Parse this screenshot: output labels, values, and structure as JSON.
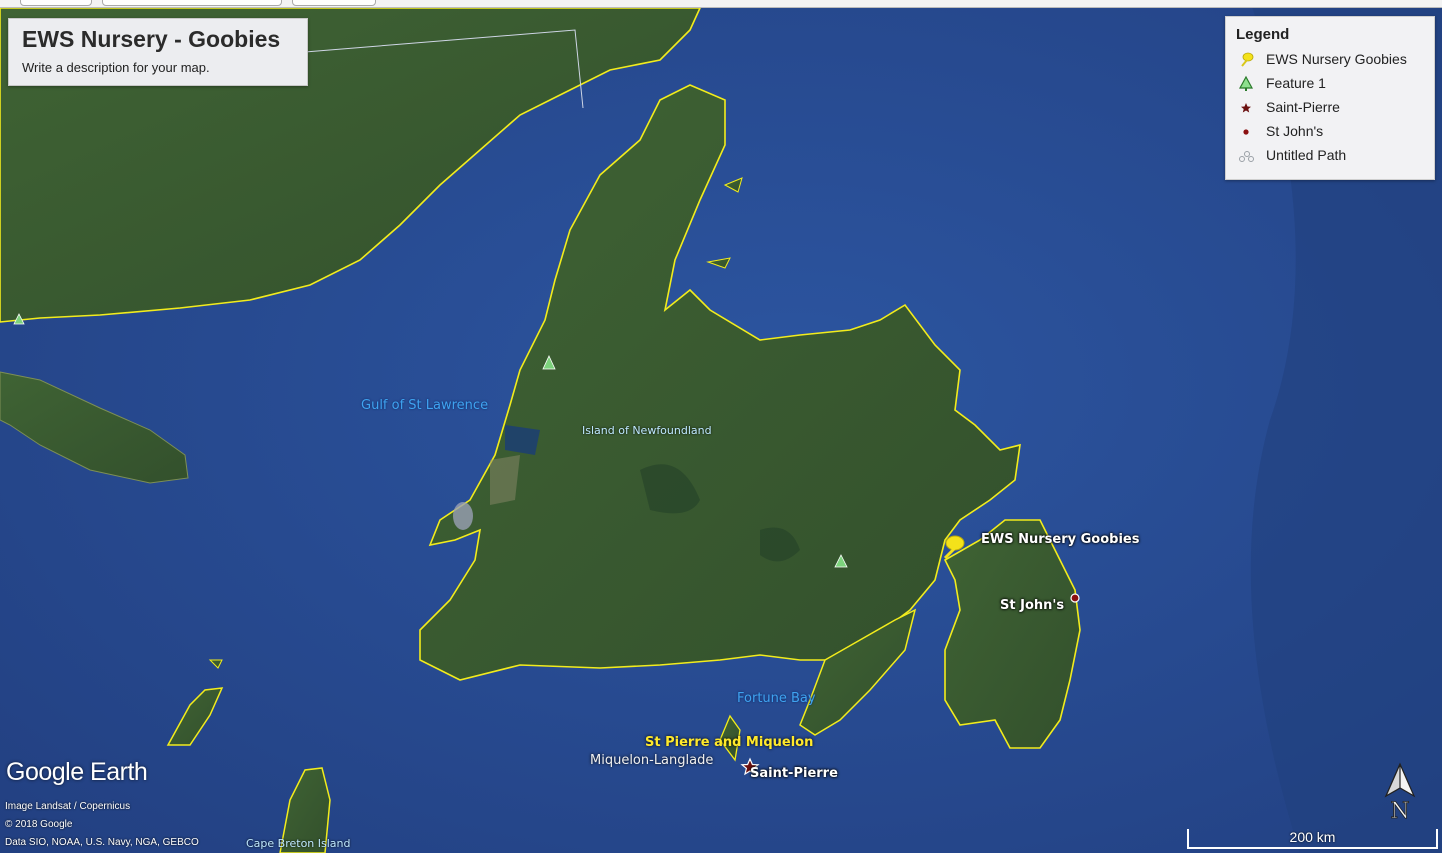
{
  "map": {
    "title": "EWS Nursery - Goobies",
    "description": "Write a description for your map."
  },
  "legend": {
    "heading": "Legend",
    "items": [
      {
        "label": "EWS Nursery Goobies",
        "icon": "pushpin-icon",
        "color": "#f4e21a"
      },
      {
        "label": "Feature 1",
        "icon": "tree-icon",
        "color": "#3a9a3a"
      },
      {
        "label": "Saint-Pierre",
        "icon": "star-icon",
        "color": "#6b1010"
      },
      {
        "label": "St John's",
        "icon": "dot-icon",
        "color": "#8b1010"
      },
      {
        "label": "Untitled Path",
        "icon": "path-icon",
        "color": "#9aa0a6"
      }
    ]
  },
  "labels": {
    "gulf": "Gulf of St Lawrence",
    "island": "Island of Newfoundland",
    "nursery": "EWS Nursery Goobies",
    "st_johns": "St John's",
    "fortune_bay": "Fortune Bay",
    "spm": "St Pierre and Miquelon",
    "miquelon": "Miquelon-Langlade",
    "saint_pierre": "Saint-Pierre",
    "cape_breton": "Cape Breton Island"
  },
  "branding": {
    "logo": "Google Earth",
    "credits": [
      "Image Landsat / Copernicus",
      "© 2018 Google",
      "Data SIO, NOAA, U.S. Navy, NGA, GEBCO"
    ]
  },
  "scale_bar": {
    "label": "200 km"
  },
  "compass": {
    "label": "N",
    "icon": "north-arrow-icon"
  },
  "colors": {
    "ocean": "#2a4f93",
    "land": "#3b5a33",
    "coastline": "#f2ec1c",
    "water_label": "#3fa3f0"
  }
}
